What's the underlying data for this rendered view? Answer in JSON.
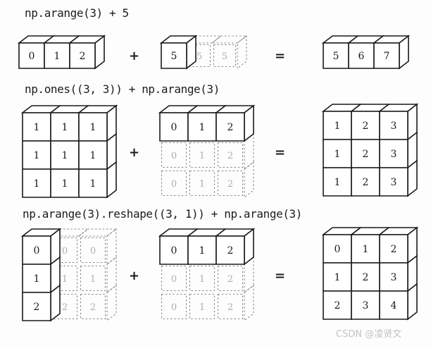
{
  "colors": {
    "line": "#1a1a1a",
    "ghost_line": "#8a8a8a",
    "value": "#1a1a1a",
    "ghost_value": "#adadad",
    "face": "#ffffff",
    "background": "#fdfdfd",
    "watermark": "#c3c3c3"
  },
  "operators": {
    "plus": "+",
    "equals": "="
  },
  "watermark": {
    "text": "CSDN @凌贤文"
  },
  "sections": [
    {
      "title": "np.arange(3) + 5",
      "blocks": [
        {
          "cells": [
            [
              {
                "v": "0"
              },
              {
                "v": "1"
              },
              {
                "v": "2"
              }
            ]
          ]
        },
        {
          "cells": [
            [
              {
                "v": "5"
              },
              {
                "v": "5",
                "ghost": true
              },
              {
                "v": "5",
                "ghost": true
              }
            ]
          ]
        },
        {
          "cells": [
            [
              {
                "v": "5"
              },
              {
                "v": "6"
              },
              {
                "v": "7"
              }
            ]
          ]
        }
      ]
    },
    {
      "title": "np.ones((3, 3)) + np.arange(3)",
      "blocks": [
        {
          "cells": [
            [
              {
                "v": "1"
              },
              {
                "v": "1"
              },
              {
                "v": "1"
              }
            ],
            [
              {
                "v": "1"
              },
              {
                "v": "1"
              },
              {
                "v": "1"
              }
            ],
            [
              {
                "v": "1"
              },
              {
                "v": "1"
              },
              {
                "v": "1"
              }
            ]
          ]
        },
        {
          "cells": [
            [
              {
                "v": "0"
              },
              {
                "v": "1"
              },
              {
                "v": "2"
              }
            ],
            [
              {
                "v": "0",
                "ghost": true
              },
              {
                "v": "1",
                "ghost": true
              },
              {
                "v": "2",
                "ghost": true
              }
            ],
            [
              {
                "v": "0",
                "ghost": true
              },
              {
                "v": "1",
                "ghost": true
              },
              {
                "v": "2",
                "ghost": true
              }
            ]
          ]
        },
        {
          "cells": [
            [
              {
                "v": "1"
              },
              {
                "v": "2"
              },
              {
                "v": "3"
              }
            ],
            [
              {
                "v": "1"
              },
              {
                "v": "2"
              },
              {
                "v": "3"
              }
            ],
            [
              {
                "v": "1"
              },
              {
                "v": "2"
              },
              {
                "v": "3"
              }
            ]
          ]
        }
      ]
    },
    {
      "title": "np.arange(3).reshape((3, 1)) + np.arange(3)",
      "blocks": [
        {
          "cells": [
            [
              {
                "v": "0"
              },
              {
                "v": "0",
                "ghost": true
              },
              {
                "v": "0",
                "ghost": true
              }
            ],
            [
              {
                "v": "1"
              },
              {
                "v": "1",
                "ghost": true
              },
              {
                "v": "1",
                "ghost": true
              }
            ],
            [
              {
                "v": "2"
              },
              {
                "v": "2",
                "ghost": true
              },
              {
                "v": "2",
                "ghost": true
              }
            ]
          ]
        },
        {
          "cells": [
            [
              {
                "v": "0"
              },
              {
                "v": "1"
              },
              {
                "v": "2"
              }
            ],
            [
              {
                "v": "0",
                "ghost": true
              },
              {
                "v": "1",
                "ghost": true
              },
              {
                "v": "2",
                "ghost": true
              }
            ],
            [
              {
                "v": "0",
                "ghost": true
              },
              {
                "v": "1",
                "ghost": true
              },
              {
                "v": "2",
                "ghost": true
              }
            ]
          ]
        },
        {
          "cells": [
            [
              {
                "v": "0"
              },
              {
                "v": "1"
              },
              {
                "v": "2"
              }
            ],
            [
              {
                "v": "1"
              },
              {
                "v": "2"
              },
              {
                "v": "3"
              }
            ],
            [
              {
                "v": "2"
              },
              {
                "v": "3"
              },
              {
                "v": "4"
              }
            ]
          ]
        }
      ]
    }
  ]
}
